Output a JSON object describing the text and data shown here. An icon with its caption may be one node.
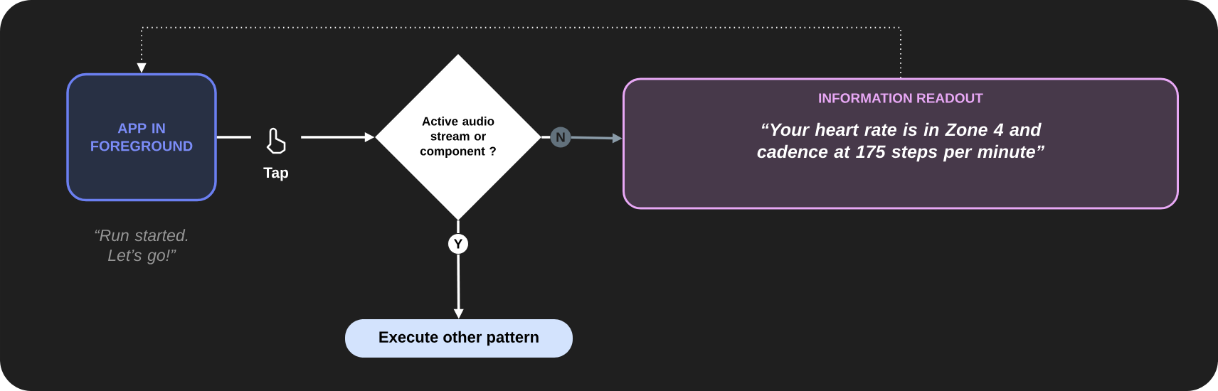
{
  "diagram": {
    "nodes": [
      {
        "text": [
          "APP IN FOREGROUND"
        ],
        "beside": [
          "“Run started. Let’s go!”"
        ]
      },
      {
        "text": [
          "Tap"
        ]
      },
      {
        "text": [
          "Active audio stream or component ?"
        ]
      },
      {
        "text": [
          "N"
        ]
      },
      {
        "text": [
          "INFORMATION READOUT",
          "“Your heart rate is in Zone 4 and cadence at 175 steps per minute”"
        ]
      },
      {
        "text": [
          "Y"
        ]
      },
      {
        "text": [
          "Execute other pattern"
        ]
      }
    ],
    "edges": [
      {
        "from": 0,
        "to": 1,
        "arrow": "none"
      },
      {
        "from": 1,
        "to": 2,
        "arrow": "to"
      },
      {
        "from": 2,
        "to": 3,
        "arrow": "none"
      },
      {
        "from": 3,
        "to": 4,
        "arrow": "to",
        "color": "#8a9ba8"
      },
      {
        "from": 2,
        "to": 5,
        "arrow": "none"
      },
      {
        "from": 5,
        "to": 6,
        "arrow": "to"
      },
      {
        "from": 4,
        "to": 0,
        "arrow": "to",
        "style": "dashed"
      }
    ]
  }
}
